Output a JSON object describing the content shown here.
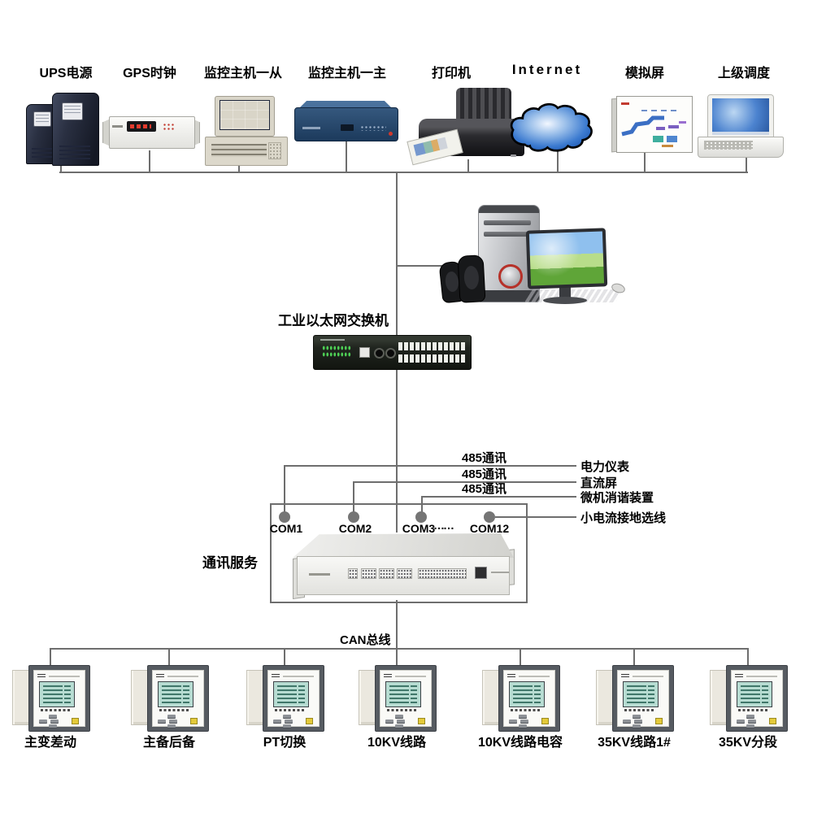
{
  "diagram": {
    "title_note": "power monitoring system topology",
    "top_row": {
      "devices": [
        {
          "label": "UPS电源",
          "icon": "ups-icon"
        },
        {
          "label": "GPS时钟",
          "icon": "gps-clock-icon"
        },
        {
          "label": "监控主机一从",
          "icon": "crt-host-icon"
        },
        {
          "label": "监控主机一主",
          "icon": "industrial-host-icon"
        },
        {
          "label": "打印机",
          "icon": "printer-icon"
        },
        {
          "label": "Internet",
          "icon": "internet-cloud-icon"
        },
        {
          "label": "模拟屏",
          "icon": "mimic-panel-icon"
        },
        {
          "label": "上级调度",
          "icon": "laptop-icon"
        }
      ]
    },
    "ethernet_switch": {
      "label": "工业以太网交换机",
      "icon": "ethernet-switch-icon"
    },
    "workstation": {
      "icon": "workstation-icon"
    },
    "serial_section": {
      "server_label": "通讯服务",
      "server_icon": "comm-server-icon",
      "bus_labels": [
        "485通讯",
        "485通讯",
        "485通讯"
      ],
      "targets": [
        "电力仪表",
        "直流屏",
        "微机消谐装置",
        "小电流接地选线"
      ],
      "ports": [
        "COM1",
        "COM2",
        "COM3",
        "COM12"
      ],
      "ellipsis": "……"
    },
    "can_bus": {
      "label": "CAN总线"
    },
    "bottom_row": {
      "devices": [
        {
          "label": "主变差动"
        },
        {
          "label": "主备后备"
        },
        {
          "label": "PT切换"
        },
        {
          "label": "10KV线路"
        },
        {
          "label": "10KV线路电容"
        },
        {
          "label": "35KV线路1#"
        },
        {
          "label": "35KV分段"
        }
      ]
    },
    "colors": {
      "line_gray": "#6e6e6e",
      "cloud_blue": "#2f6fd0",
      "relay_lcd_teal": "#b7dcd2",
      "host_navy": "#1c3a5c",
      "background": "#ffffff"
    }
  }
}
